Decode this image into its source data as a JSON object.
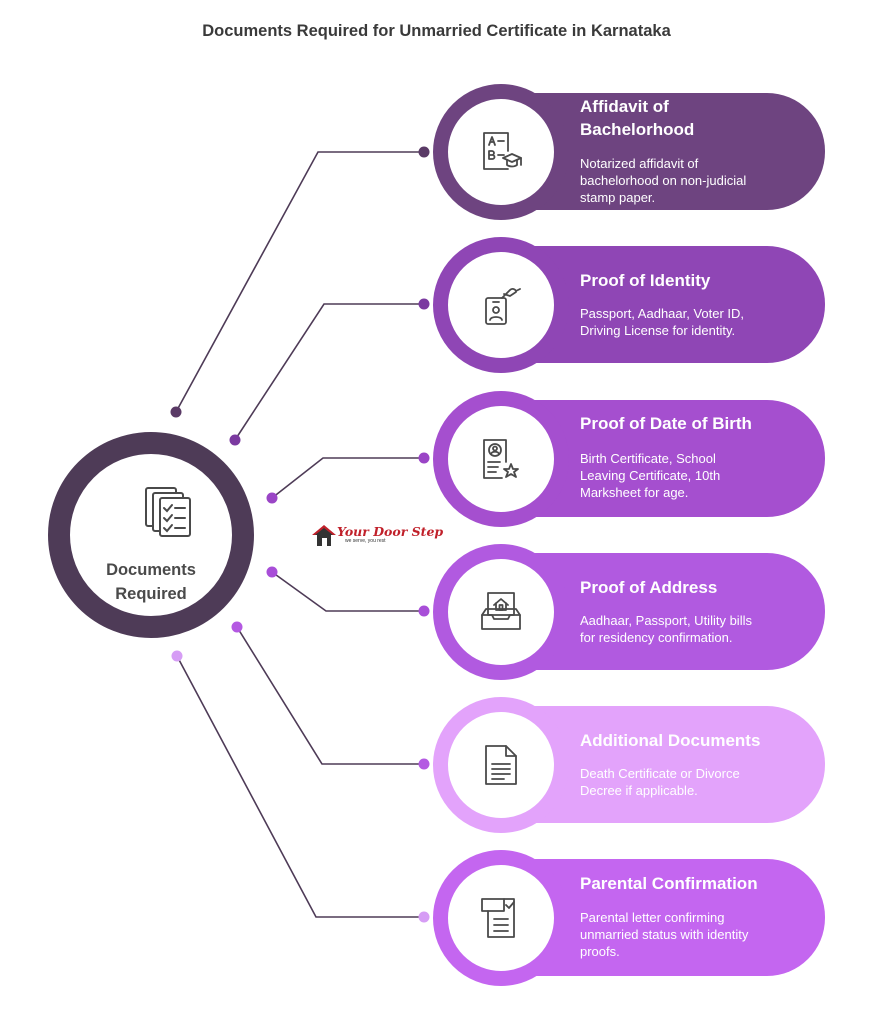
{
  "title": "Documents Required for Unmarried Certificate in Karnataka",
  "hub": {
    "label_line1": "Documents",
    "label_line2": "Required",
    "icon": "documents-checklist-icon"
  },
  "logo": {
    "text": "Your Door Step",
    "tagline": "we serve, you rest"
  },
  "colors": {
    "hub": "#4e3b57",
    "connector": "#4e3b57"
  },
  "items": [
    {
      "title_line1": "Affidavit of",
      "title_line2": "Bachelorhood",
      "desc_line1": "Notarized affidavit of",
      "desc_line2": "bachelorhood on non-judicial",
      "desc_line3": "stamp paper.",
      "icon": "affidavit-ab-graduation-icon",
      "color": "#6e4480",
      "ring": "#6e4480"
    },
    {
      "title_line1": "Proof of Identity",
      "desc_line1": "Passport, Aadhaar, Voter ID,",
      "desc_line2": "Driving License for identity.",
      "icon": "id-card-hand-icon",
      "color": "#8f46b5",
      "ring": "#8f46b5"
    },
    {
      "title_line1": "Proof of Date of Birth",
      "desc_line1": "Birth Certificate, School",
      "desc_line2": "Leaving Certificate, 10th",
      "desc_line3": "Marksheet for age.",
      "icon": "profile-star-document-icon",
      "color": "#a54fcf",
      "ring": "#a54fcf"
    },
    {
      "title_line1": "Proof of Address",
      "desc_line1": "Aadhaar, Passport, Utility bills",
      "desc_line2": "for residency confirmation.",
      "icon": "house-inbox-icon",
      "color": "#b15ae0",
      "ring": "#b15ae0"
    },
    {
      "title_line1": "Additional Documents",
      "desc_line1": "Death Certificate or Divorce",
      "desc_line2": "Decree if applicable.",
      "icon": "document-lines-icon",
      "color": "#e3a3fb",
      "ring": "#e3a3fb"
    },
    {
      "title_line1": "Parental Confirmation",
      "desc_line1": "Parental letter confirming",
      "desc_line2": "unmarried status with identity",
      "desc_line3": "proofs.",
      "icon": "letter-checkmark-icon",
      "color": "#c466f0",
      "ring": "#c466f0"
    }
  ]
}
